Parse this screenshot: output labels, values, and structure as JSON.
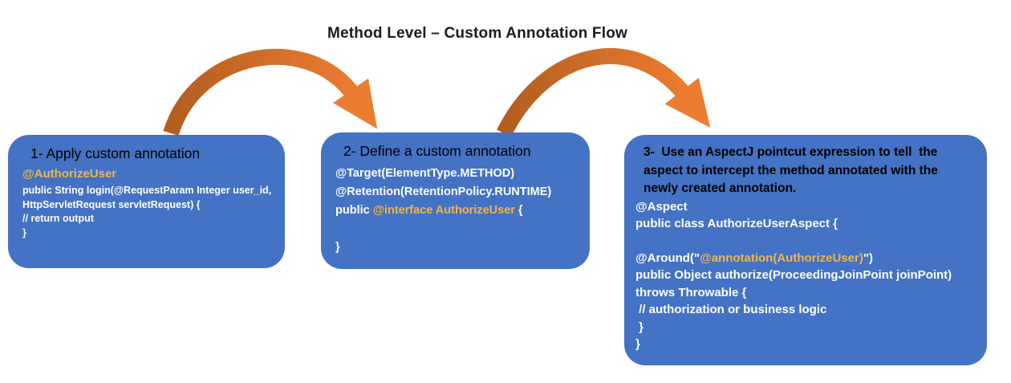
{
  "title": "Method Level – Custom Annotation Flow",
  "colors": {
    "box_blue": "#4472C4",
    "arrow_tail_dark": "#B25E20",
    "arrow_head_bright": "#EC7C30",
    "gold_accent": "#EDB64F",
    "code_text": "#FFFFFF",
    "heading_text": "#000000",
    "title_text": "#1A1A1F"
  },
  "boxes": {
    "box1": {
      "heading": "1- Apply custom annotation",
      "annotation": "@AuthorizeUser",
      "code": [
        "public String login(@RequestParam Integer user_id,",
        "HttpServletRequest servletRequest) {",
        "// return output",
        "}"
      ]
    },
    "box2": {
      "heading": "2- Define a custom annotation",
      "code_before": [
        "@Target(ElementType.METHOD)",
        "@Retention(RetentionPolicy.RUNTIME)"
      ],
      "interface_line": {
        "pre": "public ",
        "gold": "@interface AuthorizeUser",
        "post": " {"
      },
      "closing": "}"
    },
    "box3": {
      "heading_lines": [
        "3-  Use an AspectJ pointcut expression to tell  the",
        "aspect to intercept the method annotated with the",
        "newly created annotation."
      ],
      "code_top": [
        "@Aspect",
        "public class AuthorizeUserAspect {"
      ],
      "around_line": {
        "pre": "@Around(\"",
        "gold": "@annotation(AuthorizeUser)",
        "post": "\")"
      },
      "code_bottom": [
        "public Object authorize(ProceedingJoinPoint joinPoint)",
        "throws Throwable {",
        " // authorization or business logic",
        " }",
        "}"
      ]
    }
  }
}
